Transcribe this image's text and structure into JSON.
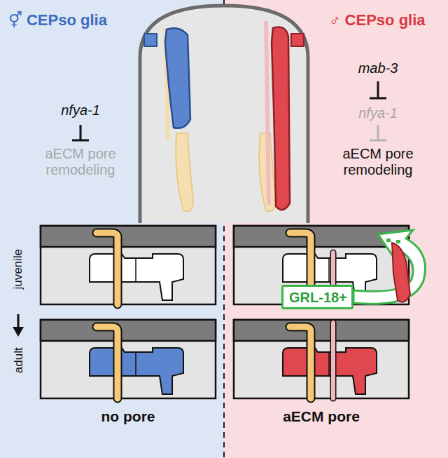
{
  "diagram": {
    "nodes": [
      {
        "text": [
          "GRL-18+"
        ]
      }
    ],
    "labels": [
      "⚥ CEPso glia",
      "♂ CEPso glia",
      "nfya-1",
      "aECM pore remodeling",
      "mab-3",
      "nfya-1",
      "aECM pore remodeling",
      "juvenile",
      "adult",
      "no pore",
      "aECM pore"
    ]
  }
}
